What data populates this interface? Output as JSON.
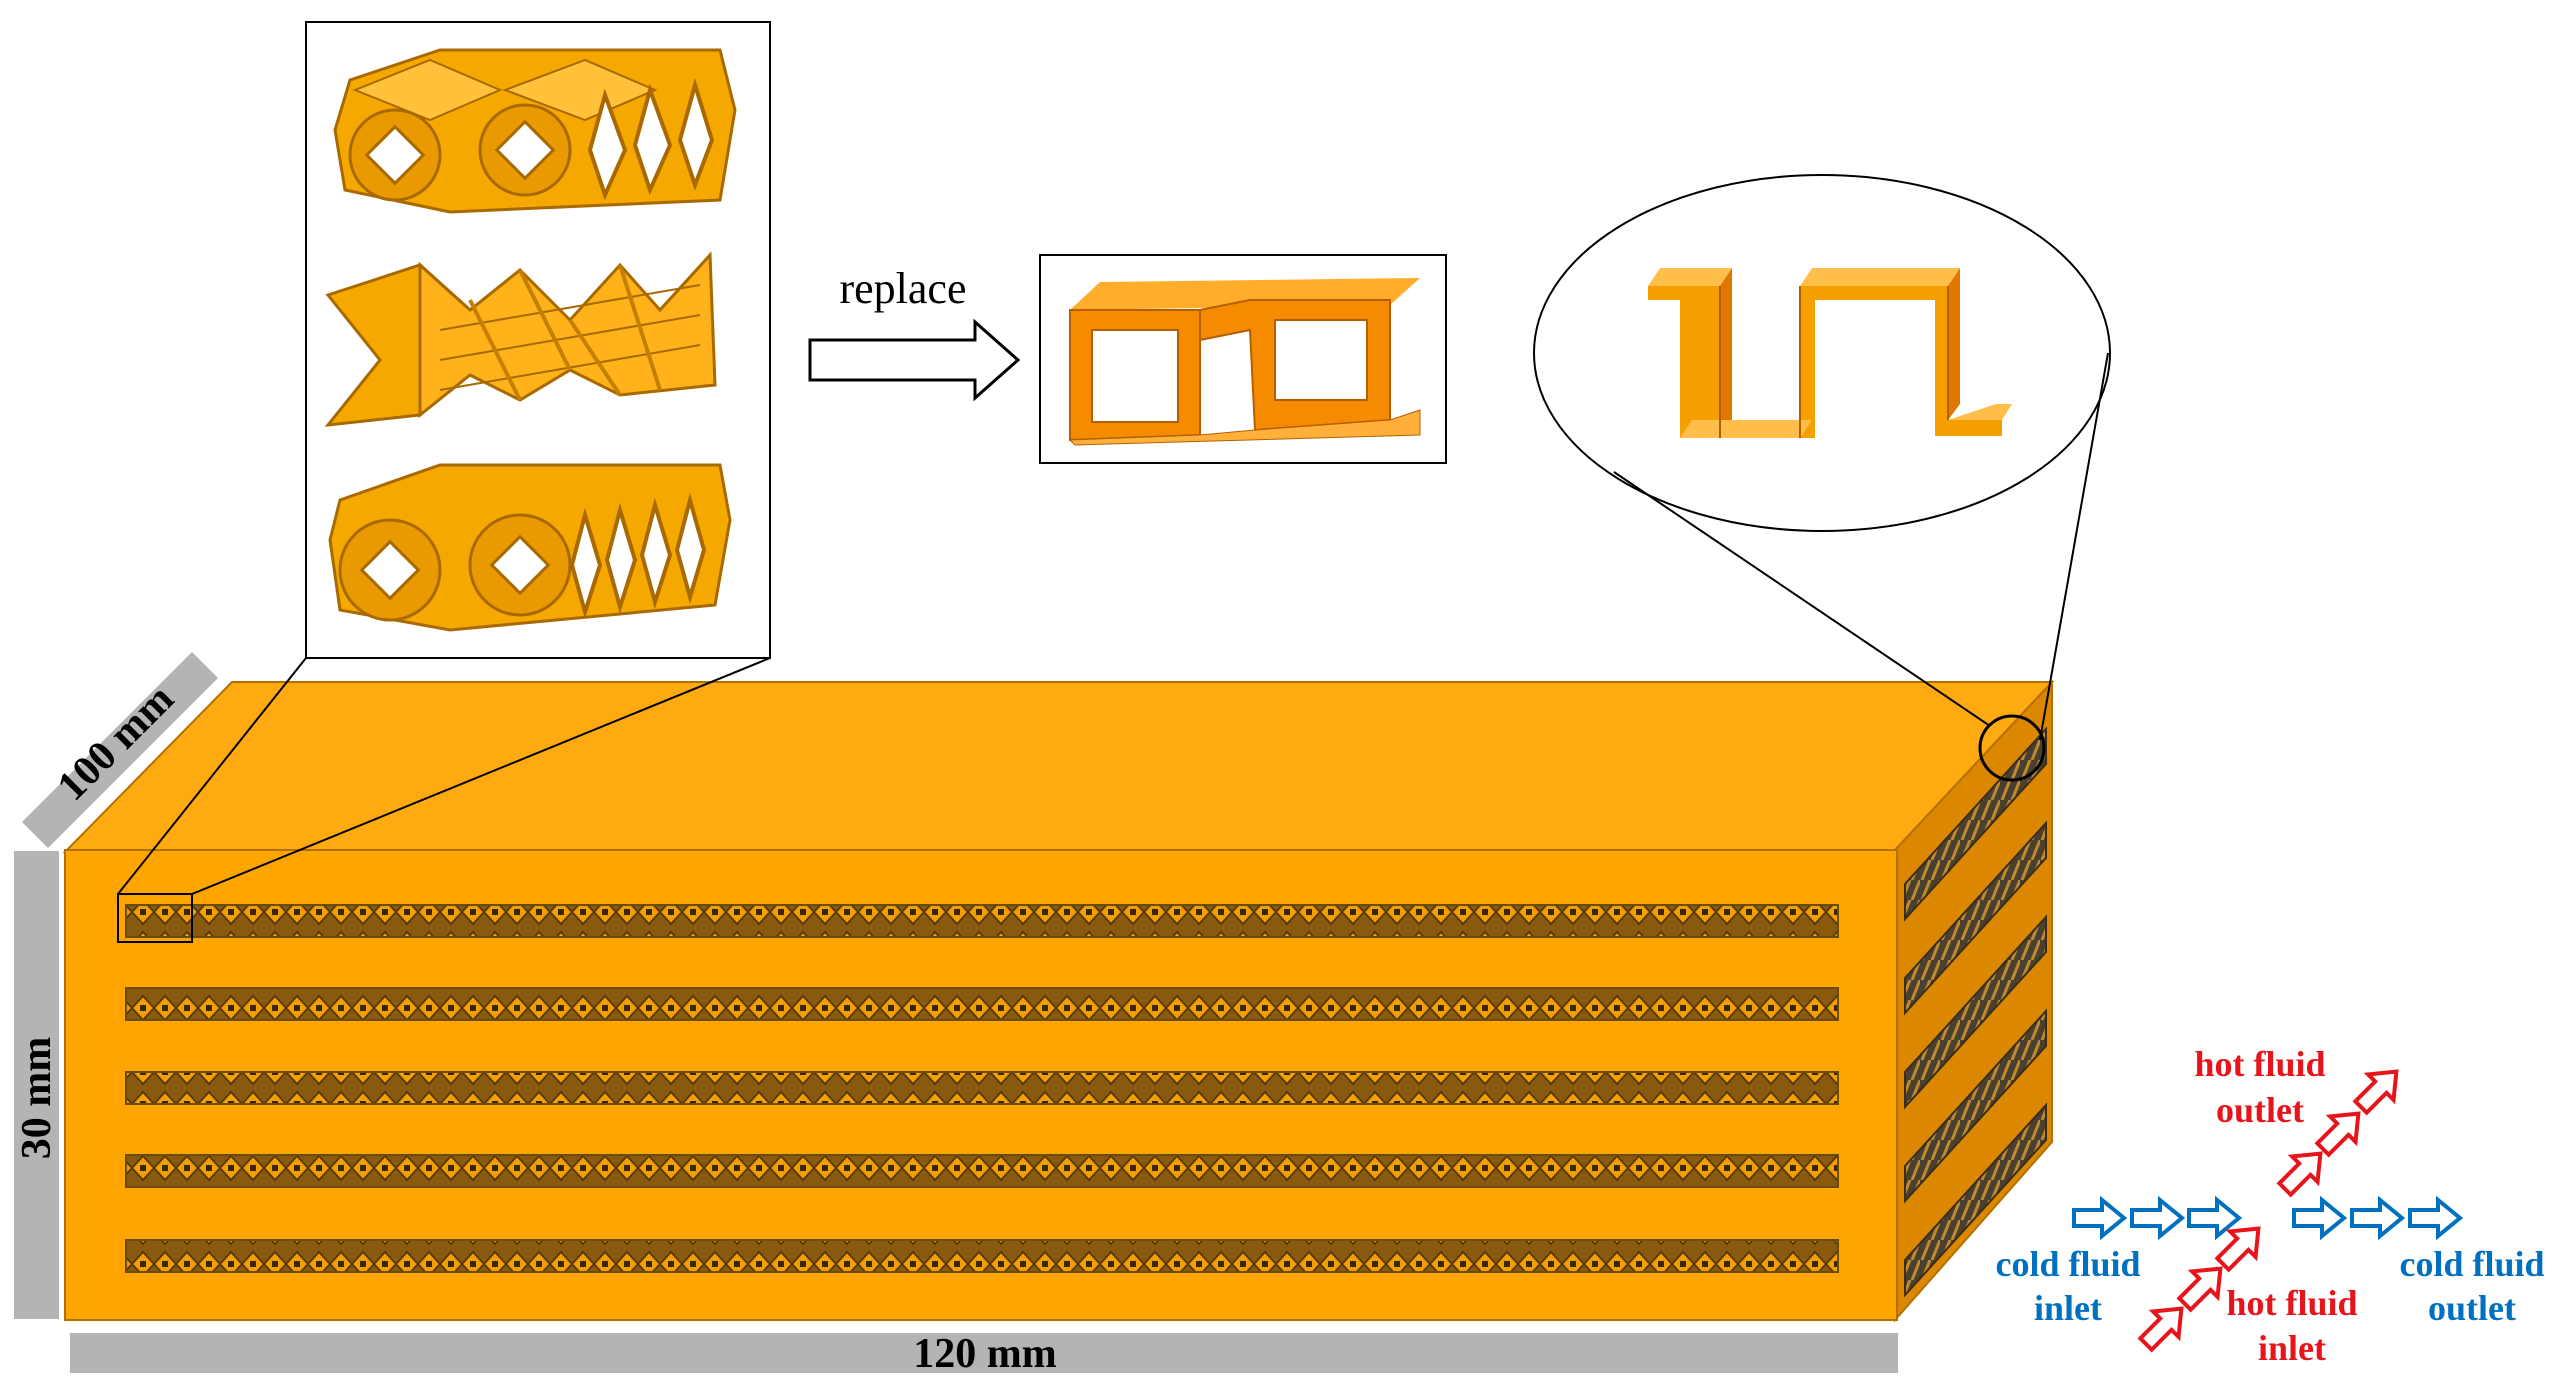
{
  "labels": {
    "replace": "replace",
    "depth": "100 mm",
    "height": "30 mm",
    "length": "120 mm",
    "hot_outlet_1": "hot fluid",
    "hot_outlet_2": "outlet",
    "hot_inlet_1": "hot fluid",
    "hot_inlet_2": "inlet",
    "cold_inlet_1": "cold fluid",
    "cold_inlet_2": "inlet",
    "cold_outlet_1": "cold fluid",
    "cold_outlet_2": "outlet"
  },
  "colors": {
    "block_front": "#FFA500",
    "block_top": "#FFAA10",
    "block_side": "#E08A00",
    "lattice_gold": "#F5A800",
    "fin_orange": "#F58B00",
    "dimension_bar": "#B4B4B4",
    "hot_fluid": "#E8141B",
    "cold_fluid": "#0070C0",
    "line": "#000000"
  },
  "channel_count": 5
}
